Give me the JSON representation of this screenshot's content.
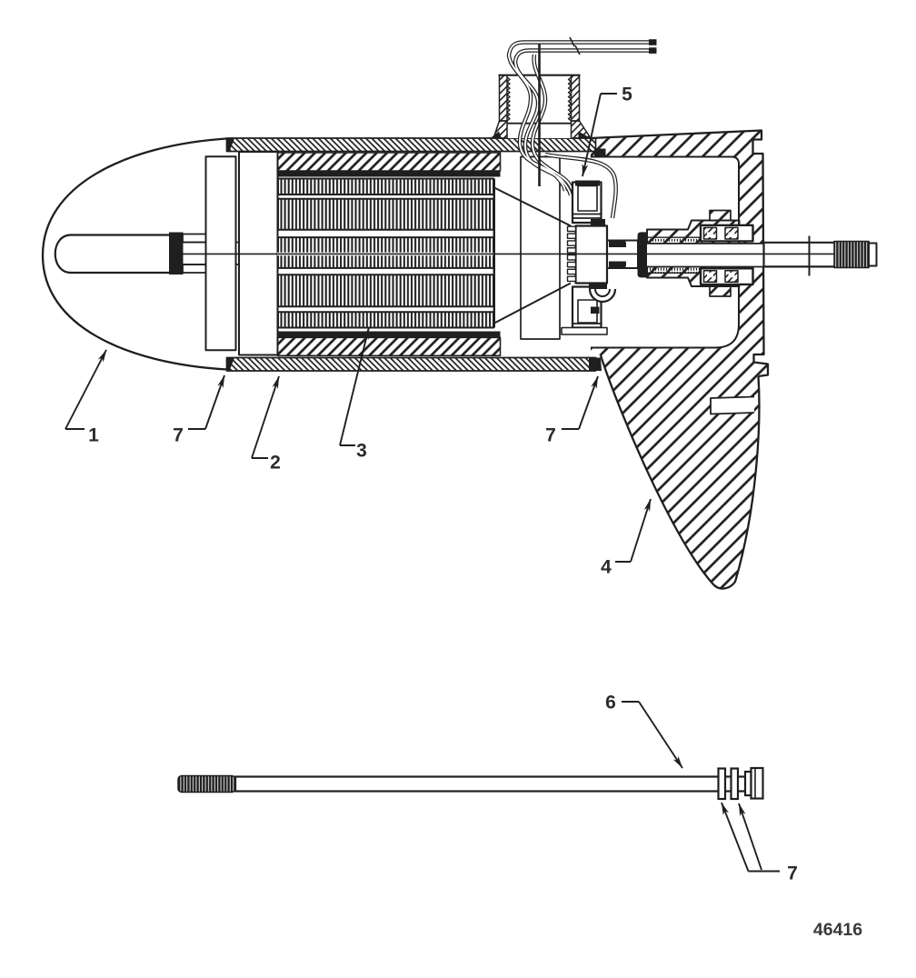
{
  "page": {
    "background": "#ffffff",
    "ink_color": "#1f1f1f",
    "label_color": "#2b2b2b"
  },
  "diagram": {
    "drawing_number": "46416",
    "callouts": [
      {
        "label": "1",
        "part": "nose-cone"
      },
      {
        "label": "7",
        "part": "seal-front"
      },
      {
        "label": "2",
        "part": "motor-housing-tube"
      },
      {
        "label": "3",
        "part": "armature"
      },
      {
        "label": "5",
        "part": "brush-assembly"
      },
      {
        "label": "7",
        "part": "seal-rear"
      },
      {
        "label": "4",
        "part": "skeg-fin"
      },
      {
        "label": "6",
        "part": "tie-rod"
      },
      {
        "label": "7",
        "part": "tie-rod-washers"
      }
    ]
  }
}
